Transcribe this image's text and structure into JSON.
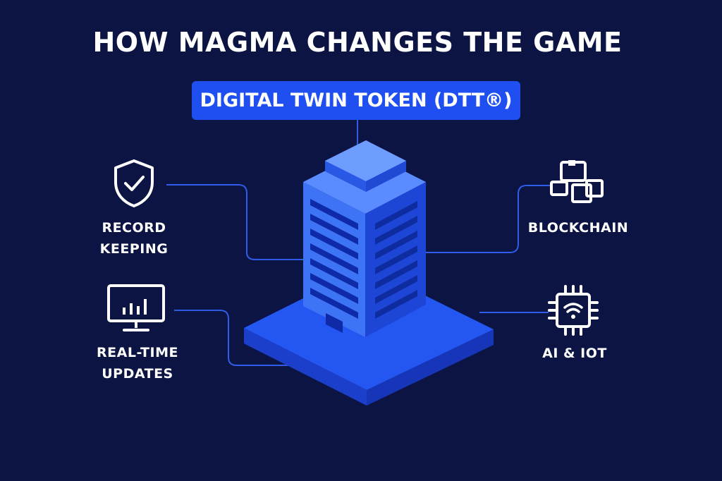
{
  "title": "HOW MAGMA CHANGES THE GAME",
  "token_label": "DIGITAL TWIN TOKEN (DTT®)",
  "features": {
    "record_keeping": {
      "line1": "RECORD",
      "line2": "KEEPING",
      "icon": "shield-check-icon"
    },
    "real_time": {
      "line1": "REAL-TIME",
      "line2": "UPDATES",
      "icon": "monitor-chart-icon"
    },
    "blockchain": {
      "label": "BLOCKCHAIN",
      "icon": "blockchain-blocks-icon"
    },
    "ai_iot": {
      "label": "AI & IOT",
      "icon": "chip-wifi-icon"
    }
  },
  "colors": {
    "background": "#0b1442",
    "accent": "#1f4ff0",
    "connector": "#2f5ce8"
  }
}
